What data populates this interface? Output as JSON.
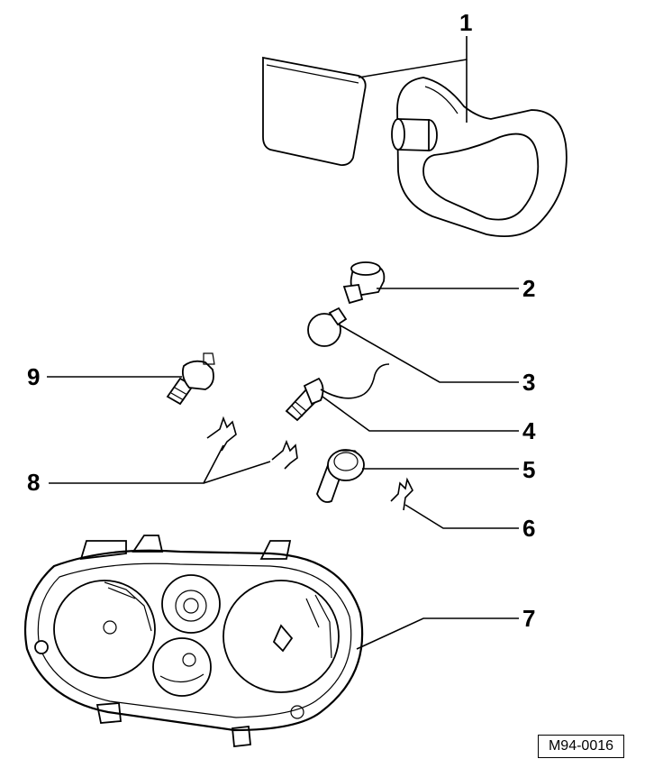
{
  "callouts": [
    {
      "id": "1",
      "label": "1"
    },
    {
      "id": "2",
      "label": "2"
    },
    {
      "id": "3",
      "label": "3"
    },
    {
      "id": "4",
      "label": "4"
    },
    {
      "id": "5",
      "label": "5"
    },
    {
      "id": "6",
      "label": "6"
    },
    {
      "id": "7",
      "label": "7"
    },
    {
      "id": "8",
      "label": "8"
    },
    {
      "id": "9",
      "label": "9"
    }
  ],
  "reference_code": "M94-0016"
}
